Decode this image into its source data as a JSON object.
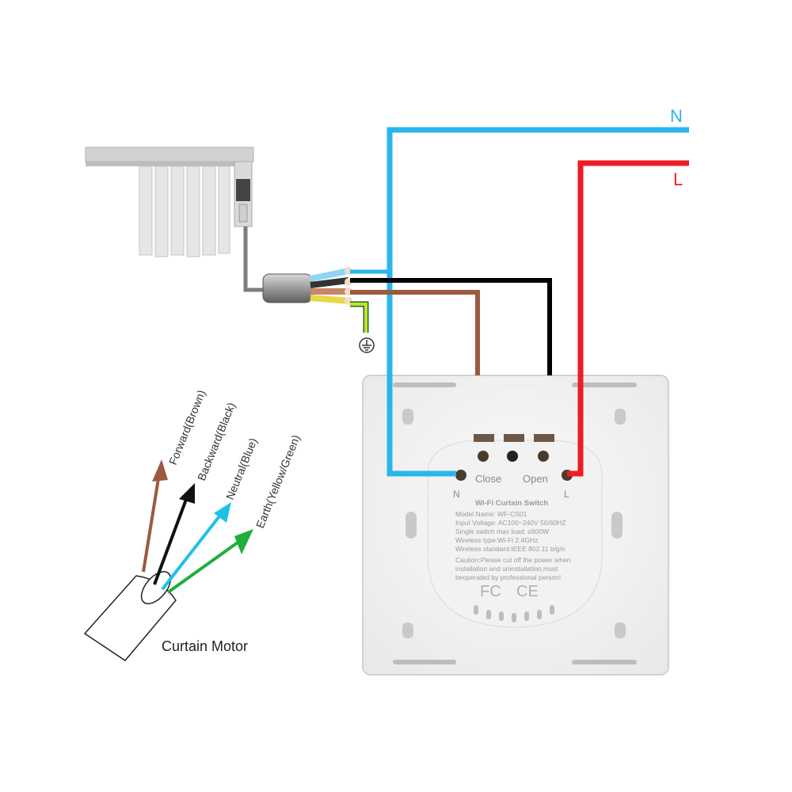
{
  "lines": {
    "neutral": "N",
    "live": "L"
  },
  "switch": {
    "terminal_close": "Close",
    "terminal_open": "Open",
    "terminal_n": "N",
    "terminal_l": "L",
    "title": "Wi-Fi Curtain Switch",
    "model": "Model Name: WF-CS01",
    "input_voltage": "Input Voltage: AC100~240V 50/60HZ",
    "max_load": "Single switch max load: ≤600W",
    "wireless_type": "Wireless type:Wi-Fi 2.4GHz",
    "wireless_standard": "Wireless standard:IEEE 802.11 b/g/n",
    "caution_1": "Caution:Please cut off the power when",
    "caution_2": "installation and uninstallation,must",
    "caution_3": "beoperated by professional person!",
    "cert_fc": "FC",
    "cert_ce": "CE"
  },
  "motor": {
    "label": "Curtain Motor",
    "wires": [
      {
        "label": "Forward(Brown)",
        "color": "#9b5a40"
      },
      {
        "label": "Backward(Black)",
        "color": "#111111"
      },
      {
        "label": "Neutral(Blue)",
        "color": "#1ec0e8"
      },
      {
        "label": "Earth(Yellow/Green)",
        "color": "#1fae3c"
      }
    ]
  },
  "colors": {
    "neutral_wire": "#29b6ec",
    "live_wire": "#ee1c24",
    "brown_wire": "#9b5a40",
    "black_wire": "#000000",
    "earth_wire": "#c8e02a"
  },
  "icons": {
    "ground": "ground-icon"
  }
}
